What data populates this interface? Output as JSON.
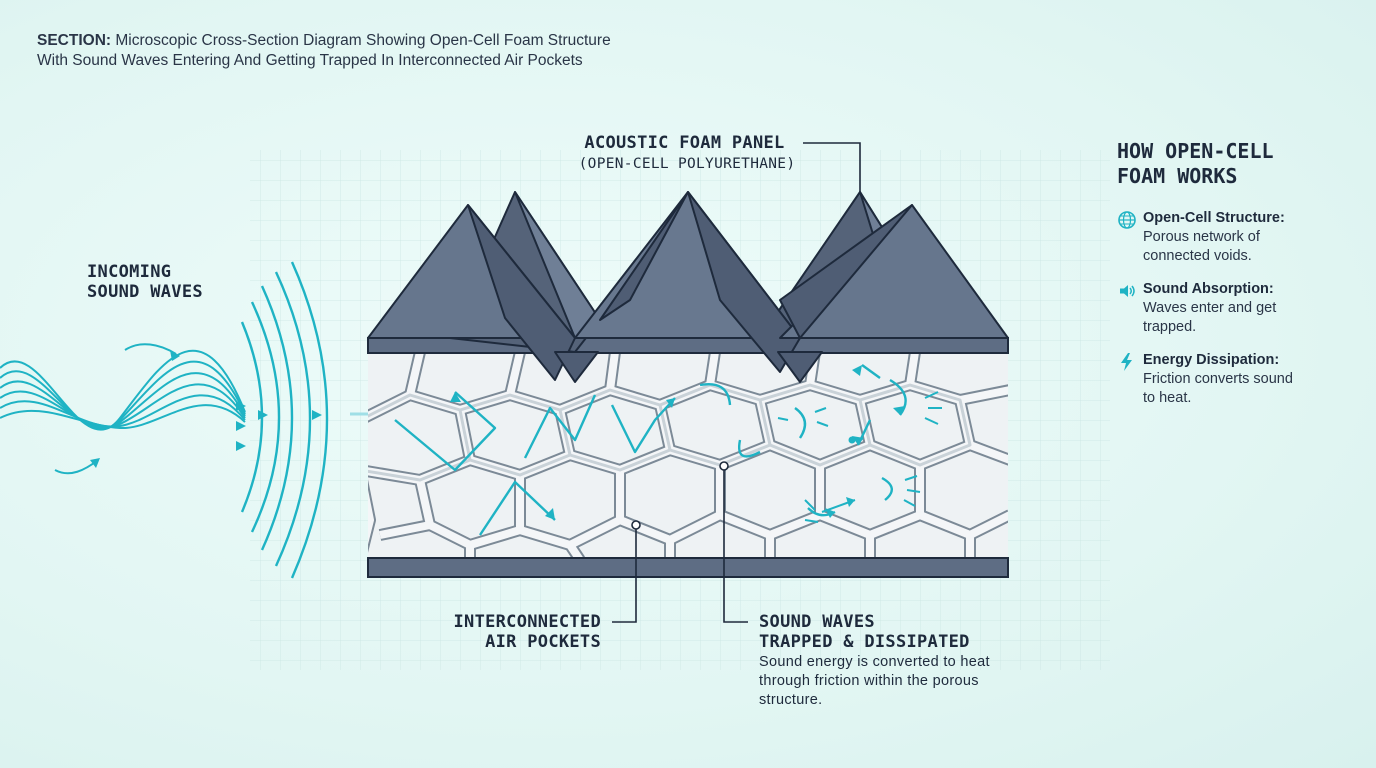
{
  "section": {
    "lead": "SECTION:",
    "line1": "Microscopic Cross-Section Diagram Showing Open-Cell Foam Structure",
    "line2": "With Sound Waves Entering And Getting Trapped In Interconnected Air Pockets"
  },
  "labels": {
    "incoming": {
      "line1": "INCOMING",
      "line2": "SOUND WAVES"
    },
    "panel": {
      "title": "ACOUSTIC FOAM PANEL",
      "subtitle": "(OPEN-CELL POLYURETHANE)"
    },
    "pockets": {
      "line1": "INTERCONNECTED",
      "line2": "AIR POCKETS"
    },
    "trapped": {
      "line1": "SOUND WAVES",
      "line2": "TRAPPED & DISSIPATED",
      "desc1": "Sound energy is converted to heat",
      "desc2": "through friction within the porous",
      "desc3": "structure."
    }
  },
  "how": {
    "title_line1": "HOW OPEN-CELL",
    "title_line2": "FOAM WORKS",
    "items": [
      {
        "icon": "globe-mesh-icon",
        "title": "Open-Cell Structure:",
        "desc1": "Porous network of",
        "desc2": "connected voids."
      },
      {
        "icon": "speaker-icon",
        "title": "Sound Absorption:",
        "desc1": "Waves enter and get",
        "desc2": "trapped."
      },
      {
        "icon": "lightning-icon",
        "title": "Energy Dissipation:",
        "desc1": "Friction converts sound",
        "desc2": "to heat."
      }
    ]
  },
  "colors": {
    "background": "#e6f8f6",
    "accent": "#1fb3c4",
    "foam_dark": "#4f5d74",
    "foam_mid": "#66768d",
    "outline": "#1e2a3c",
    "cell_wall": "#c9d2d8"
  }
}
